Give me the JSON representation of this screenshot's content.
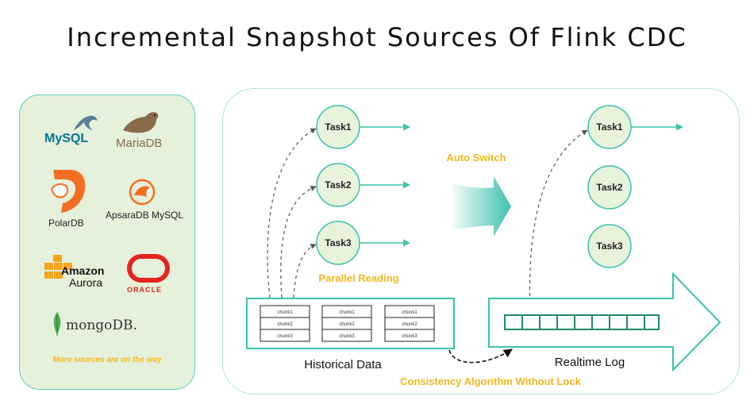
{
  "title": "Incremental Snapshot Sources Of Flink CDC",
  "sources": {
    "items": [
      {
        "name": "mysql",
        "label": "MySQL"
      },
      {
        "name": "mariadb",
        "label": "MariaDB"
      },
      {
        "name": "polardb",
        "label": "PolarDB"
      },
      {
        "name": "apsaradb",
        "label": "ApsaraDB MySQL"
      },
      {
        "name": "amazon",
        "label": "Amazon"
      },
      {
        "name": "aurora",
        "label": "Aurora"
      },
      {
        "name": "oracle",
        "label": "ORACLE"
      },
      {
        "name": "mongodb",
        "label": "mongoDB."
      }
    ],
    "more": "More sources are on the way"
  },
  "diagram": {
    "left_tasks": [
      "Task1",
      "Task2",
      "Task3"
    ],
    "right_tasks": [
      "Task1",
      "Task2",
      "Task3"
    ],
    "chunks": [
      "chunk1",
      "chunk2",
      "chunk3"
    ],
    "parallel_reading": "Parallel Reading",
    "auto_switch": "Auto Switch",
    "historical_data": "Historical Data",
    "realtime_log": "Realtime Log",
    "consistency": "Consistency Algorithm Without Lock"
  },
  "colors": {
    "teal": "#3cc1ad",
    "task_fill": "#e8f3dc",
    "panel_fill": "#e6f1dc",
    "yellow": "#f0b71f",
    "mysql_blue": "#00758f",
    "mysql_orange": "#f29111",
    "polardb_orange": "#f26f22",
    "oracle_red": "#e5241f",
    "mongodb_green": "#4caf50",
    "amazon_orange": "#f7a51c"
  }
}
